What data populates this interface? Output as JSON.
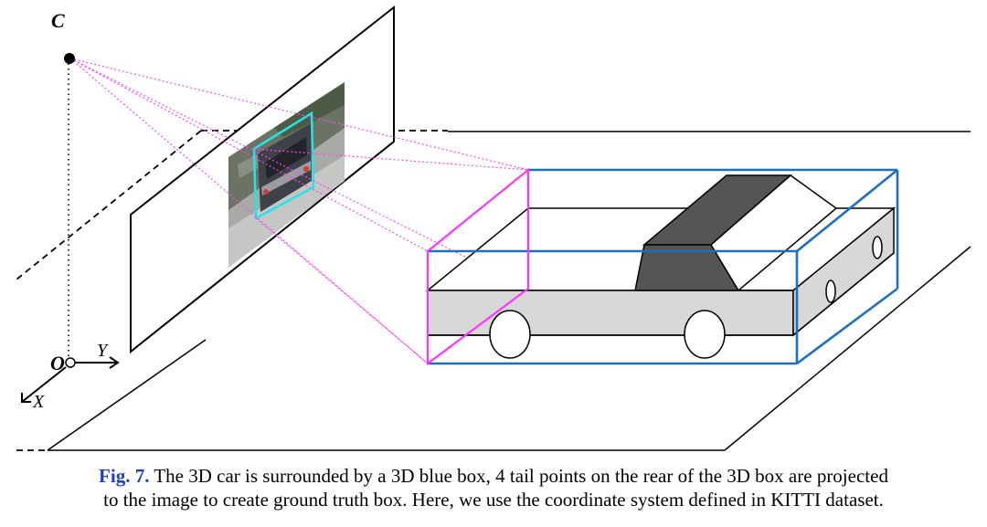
{
  "labels": {
    "camera_center": "C",
    "origin": "O",
    "axis_y": "Y",
    "axis_x": "X"
  },
  "caption": {
    "figure_label": "Fig. 7.",
    "line1": "The 3D car is surrounded by a 3D blue box, 4 tail points on the rear of the 3D box are projected",
    "line2": "to the image to create ground truth box. Here, we use the coordinate system defined in KITTI dataset."
  },
  "colors": {
    "box_3d": "#1a6fc4",
    "tail_face": "#ff33ff",
    "projection_lines": "#ff44ff",
    "image_gt_box": "#22e5e5",
    "car_body": "#d8d8d8",
    "car_roof": "#555555",
    "caption_label": "#1f3fbf"
  }
}
